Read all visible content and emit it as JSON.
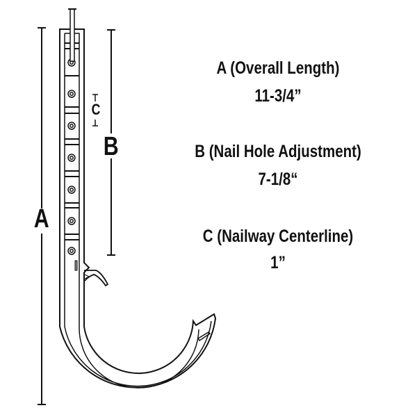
{
  "dimension_labels": {
    "a": "A",
    "b": "B",
    "c": "C"
  },
  "specs": [
    {
      "title": "A (Overall Length)",
      "value": "11-3/4”"
    },
    {
      "title": "B (Nail Hole Adjustment)",
      "value": "7-1/8“"
    },
    {
      "title": "C (Nailway Centerline)",
      "value": "1”"
    }
  ],
  "colors": {
    "line": "#111111",
    "background": "#ffffff"
  }
}
